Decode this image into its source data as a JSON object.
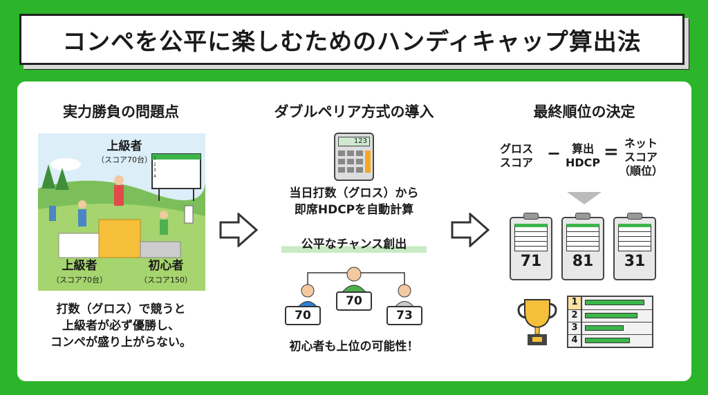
{
  "title": "コンペを公平に楽しむためのハンディキャップ算出法",
  "colors": {
    "background": "#2cb52a",
    "accent_green": "#3cb54a",
    "gold": "#f5bf3a"
  },
  "left": {
    "heading": "実力勝負の問題点",
    "top_label": "上級者",
    "top_sub": "（スコア70台）",
    "left_label": "上級者",
    "left_sub": "（スコア70台）",
    "right_label": "初心者",
    "right_sub": "（スコア150）",
    "board_rows": [
      "1",
      "2",
      "3",
      "4"
    ],
    "caption": [
      "打数（グロス）で競うと",
      "上級者が必ず優勝し、",
      "コンペが盛り上がらない。"
    ]
  },
  "middle": {
    "heading": "ダブルペリア方式の導入",
    "calculator_display": "123",
    "desc": [
      "当日打数（グロス）から",
      "即席HDCPを自動計算"
    ],
    "highlight": "公平なチャンス創出",
    "scores": [
      "70",
      "70",
      "73"
    ],
    "caption": "初心者も上位の可能性！"
  },
  "right": {
    "heading": "最終順位の決定",
    "formula": {
      "a": [
        "グロス",
        "スコア"
      ],
      "minus": "−",
      "b": [
        "算出",
        "HDCP"
      ],
      "equals": "=",
      "c": [
        "ネット",
        "スコア",
        "（順位）"
      ]
    },
    "cards": [
      "71",
      "81",
      "31"
    ],
    "ranks": [
      {
        "n": "1",
        "fill": 0.92
      },
      {
        "n": "2",
        "fill": 0.82
      },
      {
        "n": "3",
        "fill": 0.6
      },
      {
        "n": "4",
        "fill": 0.7
      }
    ]
  }
}
